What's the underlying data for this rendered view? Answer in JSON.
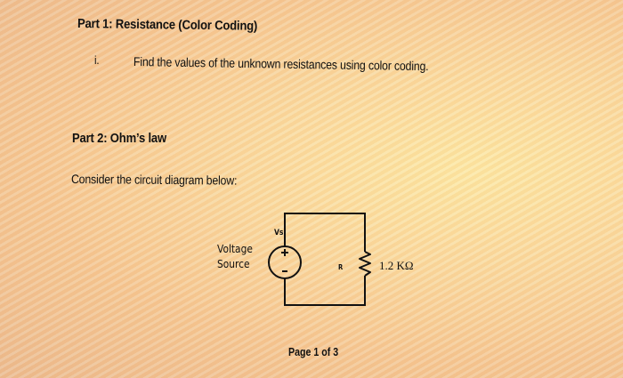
{
  "part1": {
    "heading": "Part 1: Resistance (Color Coding)",
    "items": [
      {
        "marker": "i.",
        "text": "Find the values of the unknown resistances using color coding."
      }
    ]
  },
  "part2": {
    "heading": "Part 2: Ohm’s law",
    "instruction": "Consider the circuit diagram below:",
    "circuit": {
      "source_label_line1": "Voltage",
      "source_label_line2": "Source",
      "source_symbol": "Vs",
      "positive_terminal": "+",
      "negative_terminal": "-",
      "resistor_label": "R",
      "resistor_value": "1.2 KΩ"
    }
  },
  "footer": {
    "page_indicator": "Page 1 of 3"
  }
}
